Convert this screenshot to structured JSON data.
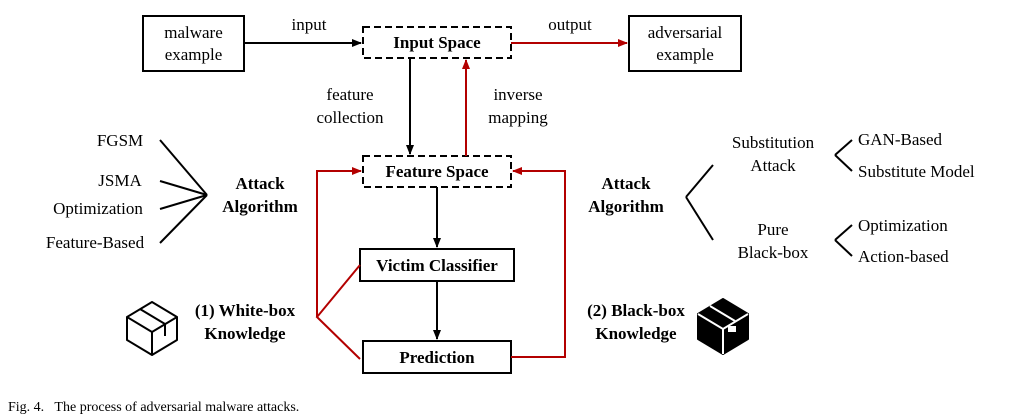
{
  "boxes": {
    "malware_example": [
      "malware",
      "example"
    ],
    "input_space": "Input Space",
    "adversarial_example": [
      "adversarial",
      "example"
    ],
    "feature_space": "Feature Space",
    "victim_classifier": "Victim Classifier",
    "prediction": "Prediction"
  },
  "edges": {
    "input": "input",
    "output": "output",
    "feature_collection": [
      "feature",
      "collection"
    ],
    "inverse_mapping": [
      "inverse",
      "mapping"
    ]
  },
  "left": {
    "methods": [
      "FGSM",
      "JSMA",
      "Optimization",
      "Feature-Based"
    ],
    "attack_algorithm": [
      "Attack",
      "Algorithm"
    ],
    "knowledge": [
      "(1) White-box",
      "Knowledge"
    ]
  },
  "right": {
    "attack_algorithm": [
      "Attack",
      "Algorithm"
    ],
    "substitution": [
      "Substitution",
      "Attack"
    ],
    "substitution_methods": [
      "GAN-Based",
      "Substitute Model"
    ],
    "pure_blackbox": [
      "Pure",
      "Black-box"
    ],
    "pure_methods": [
      "Optimization",
      "Action-based"
    ],
    "knowledge": [
      "(2) Black-box",
      "Knowledge"
    ]
  },
  "caption": "Fig. 4.   The process of adversarial malware attacks.",
  "colors": {
    "black": "#000000",
    "red": "#b30000"
  },
  "icons": {
    "white_box": "open-box-icon",
    "black_box": "closed-box-icon"
  }
}
